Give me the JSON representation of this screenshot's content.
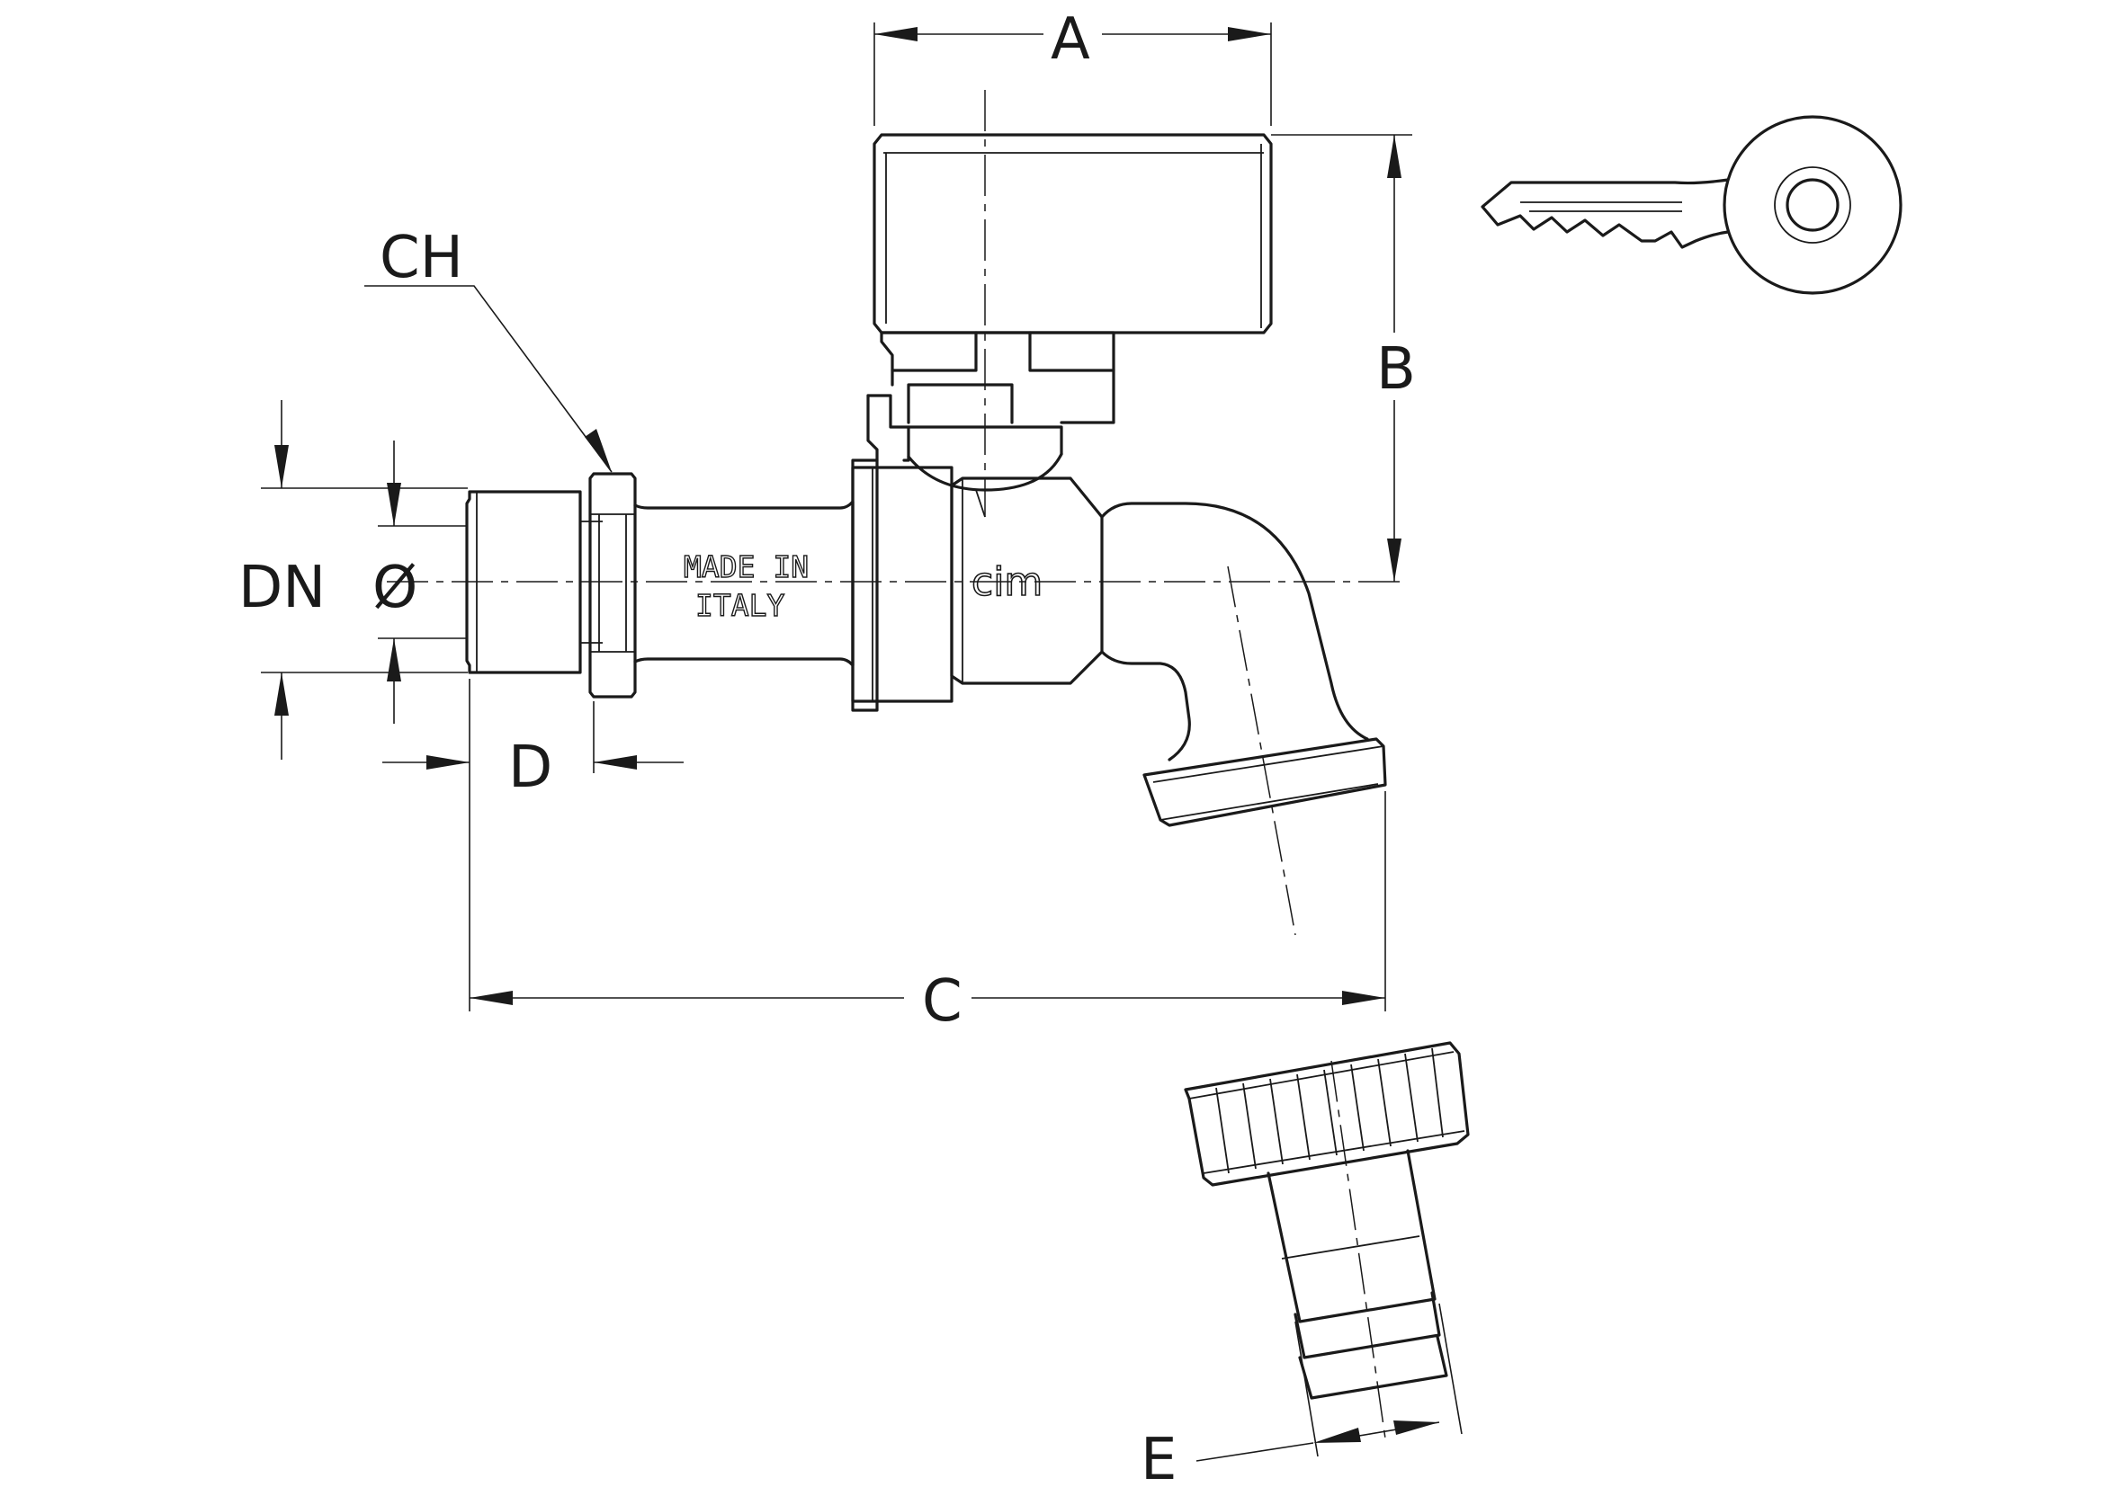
{
  "dimensions": {
    "a": "A",
    "b": "B",
    "c": "C",
    "d": "D",
    "e": "E",
    "ch": "CH",
    "dn": "DN",
    "dia": "Ø"
  },
  "body_marking": {
    "line1": "MADE IN",
    "line2": "ITALY",
    "brand": "cim"
  },
  "icons": [
    "key-icon",
    "hose-connector-icon"
  ]
}
